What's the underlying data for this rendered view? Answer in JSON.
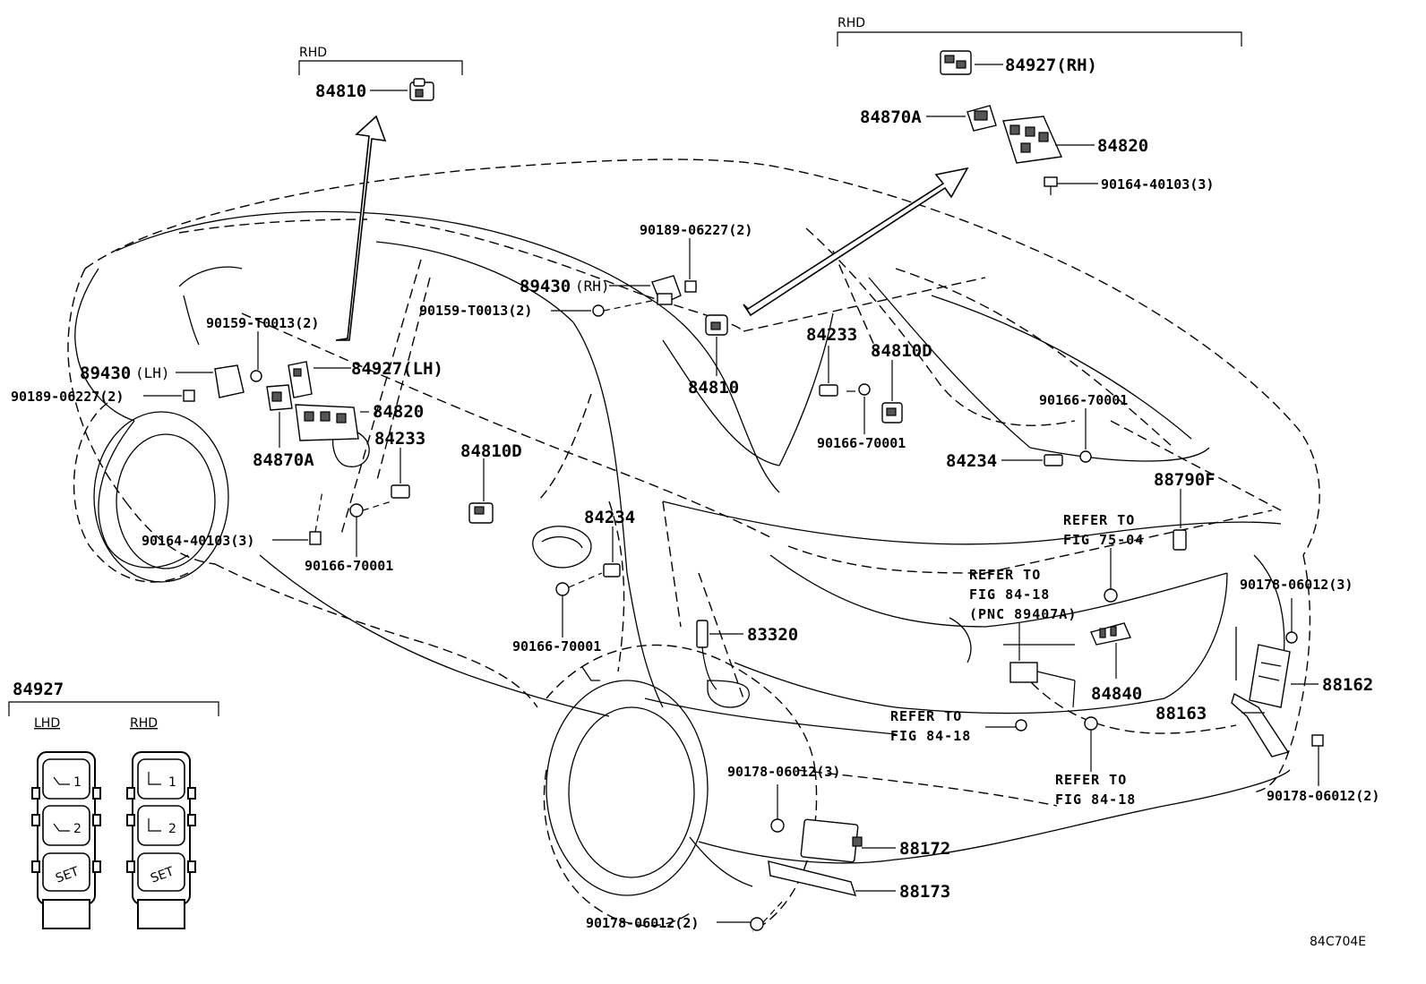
{
  "figure_code": "84C704E",
  "headers": {
    "rhd_left": "RHD",
    "rhd_right": "RHD"
  },
  "inset": {
    "part_no": "84927",
    "lhd_label": "LHD",
    "rhd_label": "RHD",
    "buttons": [
      "1",
      "2",
      "SET"
    ]
  },
  "callouts": {
    "c84810_rhd": "84810",
    "c84927_rh": "84927(RH)",
    "c84870a_rhd": "84870A",
    "c84820_rhd": "84820",
    "c90164_rhd": "90164-40103(3)",
    "c90189_rh": "90189-06227(2)",
    "c89430_rh_num": "89430",
    "c89430_rh_tag": "(RH)",
    "c90159_mid": "90159-T0013(2)",
    "c90159_left": "90159-T0013(2)",
    "c89430_lh_num": "89430",
    "c89430_lh_tag": "(LH)",
    "c90189_lh": "90189-06227(2)",
    "c84927_lh": "84927(LH)",
    "c84820_lhd": "84820",
    "c84870a_lhd": "84870A",
    "c84233_left": "84233",
    "c84810d_left": "84810D",
    "c90164_left": "90164-40103(3)",
    "c90166_left": "90166-70001",
    "c84234_mid": "84234",
    "c90166_mid": "90166-70001",
    "c84810_mid": "84810",
    "c84233_right": "84233",
    "c84810d_right": "84810D",
    "c90166_right1": "90166-70001",
    "c90166_right2": "90166-70001",
    "c84234_right": "84234",
    "c88790f": "88790F",
    "c83320": "83320",
    "c84840": "84840",
    "c88162": "88162",
    "c88163": "88163",
    "c90178_a": "90178-06012(3)",
    "c90178_b": "90178-06012(3)",
    "c90178_c": "90178-06012(2)",
    "c90178_d": "90178-06012(2)",
    "c88172": "88172",
    "c88173": "88173"
  },
  "refers": {
    "r75_04": [
      "REFER TO",
      "FIG 75-04"
    ],
    "r84_18_pnc": [
      "REFER TO",
      "FIG 84-18",
      "(PNC 89407A)"
    ],
    "r84_18_a": [
      "REFER TO",
      "FIG 84-18"
    ],
    "r84_18_b": [
      "REFER TO",
      "FIG 84-18"
    ]
  }
}
